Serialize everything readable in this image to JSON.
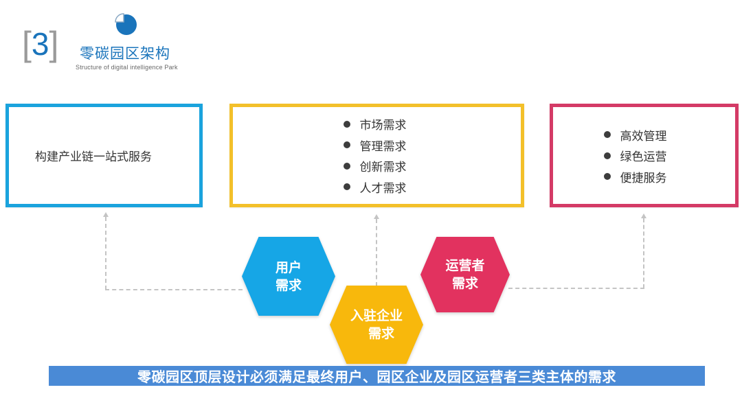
{
  "header": {
    "section_number": "3",
    "bracket_open": "[",
    "bracket_close": "]",
    "icon": "pie-chart-icon",
    "title": "零碳园区架构",
    "subtitle": "Structure of digital intelligence Park"
  },
  "boxes": {
    "left": {
      "color": "#1aa3dd",
      "text": "构建产业链一站式服务"
    },
    "middle": {
      "color": "#f3c02a",
      "items": [
        "市场需求",
        "管理需求",
        "创新需求",
        "人才需求"
      ]
    },
    "right": {
      "color": "#d43a66",
      "items": [
        "高效管理",
        "绿色运营",
        "便捷服务"
      ]
    }
  },
  "hexagons": {
    "user": {
      "line1": "用户",
      "line2": "需求",
      "color": "#16a6e6"
    },
    "enterprise": {
      "line1": "入驻企业",
      "line2": "需求",
      "color": "#f8b80c"
    },
    "operator": {
      "line1": "运营者",
      "line2": "需求",
      "color": "#e2325f"
    }
  },
  "banner": {
    "text": "零碳园区顶层设计必须满足最终用户、园区企业及园区运营者三类主体的需求",
    "color": "#4a8ad6"
  }
}
